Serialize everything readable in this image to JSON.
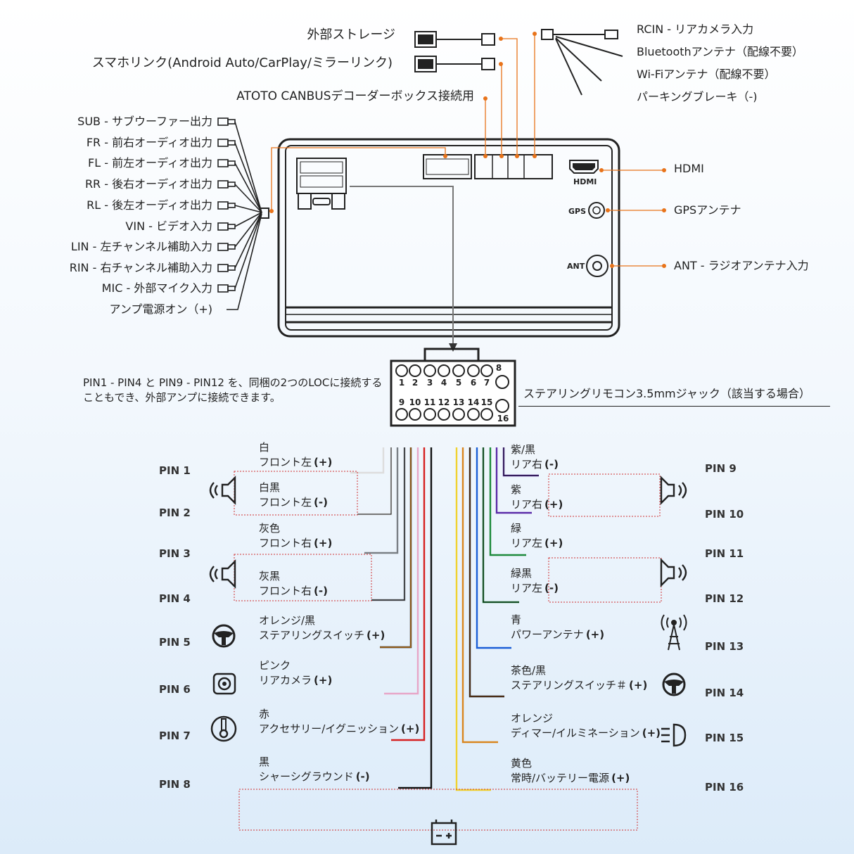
{
  "top_labels": {
    "storage": "外部ストレージ",
    "smartlink": "スマホリンク(Android Auto/CarPlay/ミラーリンク)",
    "canbus": "ATOTO CANBUSデコーダーボックス接続用",
    "rcin": "RCIN - リアカメラ入力",
    "bt": "Bluetoothアンテナ（配線不要）",
    "wifi": "Wi-Fiアンテナ（配線不要）",
    "parking": "パーキングブレーキ（-)"
  },
  "left_labels": [
    "SUB - サブウーファー出力",
    "FR - 前右オーディオ出力",
    "FL - 前左オーディオ出力",
    "RR - 後右オーディオ出力",
    "RL - 後左オーディオ出力",
    "VIN - ビデオ入力",
    "LIN - 左チャンネル補助入力",
    "RIN - 右チャンネル補助入力",
    "MIC - 外部マイク入力",
    "アンプ電源オン（+)"
  ],
  "right_labels": {
    "hdmi": "HDMI",
    "gps": "GPSアンテナ",
    "ant": "ANT - ラジオアンテナ入力"
  },
  "unit_labels": {
    "hdmi": "HDMI",
    "gps": "GPS",
    "ant": "ANT"
  },
  "connector": {
    "top_pins": [
      "1",
      "2",
      "3",
      "4",
      "5",
      "6",
      "7",
      "8"
    ],
    "bottom_pins": [
      "9",
      "10",
      "11",
      "12",
      "13",
      "14",
      "15",
      "16"
    ]
  },
  "note_loc": "PIN1 - PIN4 と PIN9 - PIN12 を、同梱の2つのLOCに接続することもでき、外部アンプに接続できます。",
  "note_steering": "ステアリングリモコン3.5mmジャック（該当する場合）",
  "left_pins": [
    {
      "pin": "PIN 1",
      "color": "白",
      "desc": "フロント左",
      "sign": "(+)"
    },
    {
      "pin": "PIN 2",
      "color": "白黒",
      "desc": "フロント左",
      "sign": "(-)"
    },
    {
      "pin": "PIN 3",
      "color": "灰色",
      "desc": "フロント右",
      "sign": "(+)"
    },
    {
      "pin": "PIN 4",
      "color": "灰黒",
      "desc": "フロント右",
      "sign": "(-)"
    },
    {
      "pin": "PIN 5",
      "color": "オレンジ/黒",
      "desc": "ステアリングスイッチ",
      "sign": "(+)"
    },
    {
      "pin": "PIN 6",
      "color": "ピンク",
      "desc": "リアカメラ",
      "sign": "(+)"
    },
    {
      "pin": "PIN 7",
      "color": "赤",
      "desc": "アクセサリー/イグニッション",
      "sign": "(+)"
    },
    {
      "pin": "PIN 8",
      "color": "黒",
      "desc": "シャーシグラウンド",
      "sign": "(-)"
    }
  ],
  "right_pins": [
    {
      "pin": "PIN 9",
      "color": "紫/黒",
      "desc": "リア右",
      "sign": "(-)"
    },
    {
      "pin": "PIN 10",
      "color": "紫",
      "desc": "リア右",
      "sign": "(+)"
    },
    {
      "pin": "PIN 11",
      "color": "緑",
      "desc": "リア左",
      "sign": "(+)"
    },
    {
      "pin": "PIN 12",
      "color": "緑黒",
      "desc": "リア左",
      "sign": "(-)"
    },
    {
      "pin": "PIN 13",
      "color": "青",
      "desc": "パワーアンテナ",
      "sign": "(+)"
    },
    {
      "pin": "PIN 14",
      "color": "茶色/黒",
      "desc": "ステアリングスイッチ＃",
      "sign": "(+)"
    },
    {
      "pin": "PIN 15",
      "color": "オレンジ",
      "desc": "ディマー/イルミネーション",
      "sign": "(+)"
    },
    {
      "pin": "PIN 16",
      "color": "黄色",
      "desc": "常時/バッテリー電源",
      "sign": "(+)"
    }
  ],
  "colors": {
    "accent": "#e8731a",
    "white": "#dddddd",
    "black": "#111111",
    "gray": "#7a7f85",
    "orange": "#d9861f",
    "pink": "#e7a6c7",
    "red": "#d62020",
    "purple": "#5b2ba8",
    "green": "#1e8a3c",
    "blue": "#1a5ed6",
    "brown": "#6b3c16",
    "yellow": "#f0d230"
  }
}
